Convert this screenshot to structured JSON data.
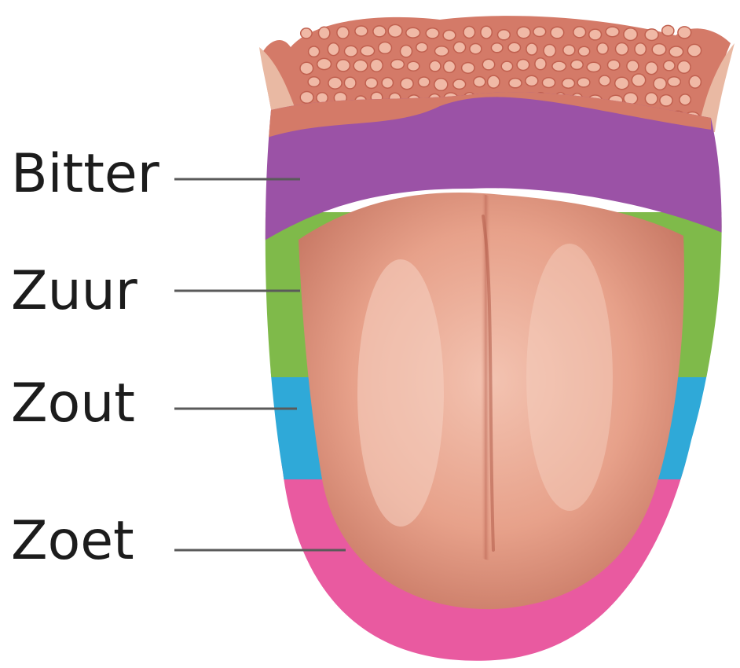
{
  "labels": {
    "bitter": "Bitter",
    "zuur": "Zuur",
    "zout": "Zout",
    "zoet": "Zoet"
  },
  "colors": {
    "bitter": "#9b52a6",
    "zuur": "#7fba4a",
    "zout": "#2fa9d8",
    "zoet": "#e95aa0",
    "tongue": "#e9a58e",
    "papillae": "#cf6f5f",
    "leader_line": "#5a5a5a"
  }
}
